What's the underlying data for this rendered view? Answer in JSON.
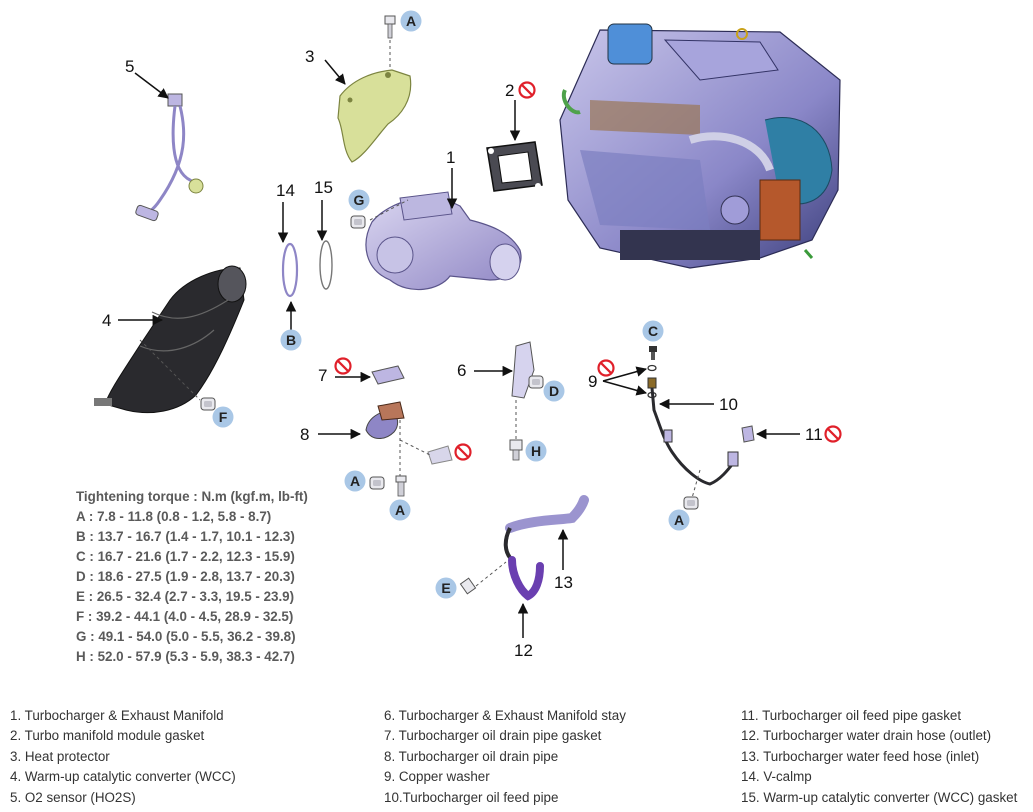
{
  "callouts": {
    "n1": "1",
    "n2": "2",
    "n3": "3",
    "n4": "4",
    "n5": "5",
    "n6": "6",
    "n7": "7",
    "n8": "8",
    "n9": "9",
    "n10": "10",
    "n11": "11",
    "n12": "12",
    "n13": "13",
    "n14": "14",
    "n15": "15"
  },
  "bolt_letters": {
    "a_top": "A",
    "b": "B",
    "c": "C",
    "d": "D",
    "e": "E",
    "f": "F",
    "g": "G",
    "h": "H",
    "a_mid1": "A",
    "a_mid2": "A",
    "a_right": "A"
  },
  "torque": {
    "title": "Tightening torque : N.m (kgf.m, lb-ft)",
    "rows": [
      "A : 7.8 - 11.8 (0.8 - 1.2, 5.8 - 8.7)",
      "B : 13.7 - 16.7 (1.4 - 1.7, 10.1 - 12.3)",
      "C : 16.7 - 21.6 (1.7 - 2.2, 12.3 - 15.9)",
      "D : 18.6 - 27.5 (1.9 - 2.8, 13.7 - 20.3)",
      "E : 26.5 - 32.4 (2.7 - 3.3, 19.5 - 23.9)",
      "F : 39.2 - 44.1 (4.0 - 4.5, 28.9 - 32.5)",
      "G : 49.1 - 54.0 (5.0 - 5.5, 36.2 - 39.8)",
      "H : 52.0 - 57.9 (5.3 - 5.9, 38.3 - 42.7)"
    ]
  },
  "legend": {
    "col1": [
      "1. Turbocharger & Exhaust Manifold",
      "2. Turbo manifold module gasket",
      "3. Heat protector",
      "4. Warm-up catalytic converter (WCC)",
      "5. O2 sensor (HO2S)"
    ],
    "col2": [
      "6. Turbocharger & Exhaust Manifold stay",
      "7. Turbocharger oil drain pipe gasket",
      "8. Turbocharger oil drain pipe",
      "9. Copper washer",
      "10.Turbocharger oil feed pipe"
    ],
    "col3": [
      "11. Turbocharger oil feed pipe gasket",
      "12. Turbocharger water drain hose (outlet)",
      "13. Turbocharger water feed hose (inlet)",
      "14. V-calmp",
      "15. Warm-up catalytic converter (WCC) gasket"
    ]
  },
  "colors": {
    "bubble_fill": "#a9c7e6",
    "prohibit_red": "#e0202a",
    "part_lavender": "#b9b2dc",
    "heat_protector": "#d8e09a",
    "converter_dark": "#2a2a2e",
    "hose_purple": "#6a3fb0",
    "engine_blue": "#5a7fd0"
  }
}
